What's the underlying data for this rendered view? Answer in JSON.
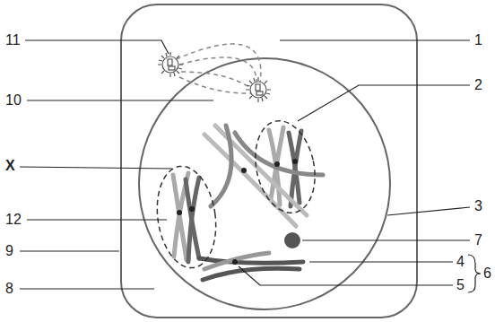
{
  "diagram": {
    "labels": [
      "11",
      "1",
      "2",
      "10",
      "X",
      "3",
      "12",
      "7",
      "9",
      "4",
      "8",
      "5",
      "6"
    ]
  }
}
